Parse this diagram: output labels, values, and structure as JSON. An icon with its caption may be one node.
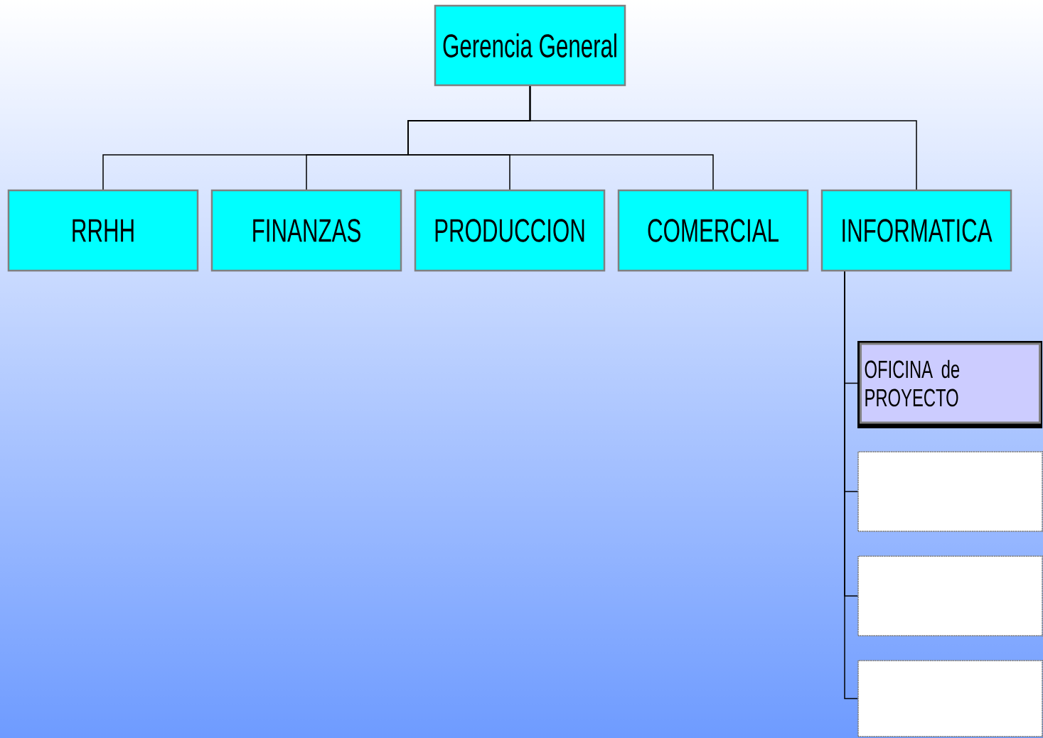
{
  "diagram": {
    "nodes": [
      {
        "text": [
          "Gerencia General"
        ]
      },
      {
        "text": [
          "RRHH"
        ]
      },
      {
        "text": [
          "FINANZAS"
        ]
      },
      {
        "text": [
          "PRODUCCION"
        ]
      },
      {
        "text": [
          "COMERCIAL"
        ]
      },
      {
        "text": [
          "INFORMATICA"
        ]
      },
      {
        "text": [
          "OFICINA de PROYECTO"
        ]
      },
      {
        "text": [],
        "shape": "box"
      },
      {
        "text": [],
        "shape": "box"
      },
      {
        "text": [],
        "shape": "box"
      }
    ],
    "edges": [
      {
        "from": 0,
        "to": 1,
        "arrow": "none"
      },
      {
        "from": 0,
        "to": 2,
        "arrow": "none"
      },
      {
        "from": 0,
        "to": 3,
        "arrow": "none"
      },
      {
        "from": 0,
        "to": 4,
        "arrow": "none"
      },
      {
        "from": 0,
        "to": 5,
        "arrow": "none"
      },
      {
        "from": 5,
        "to": 6,
        "arrow": "none"
      },
      {
        "from": 5,
        "to": 7,
        "arrow": "none"
      },
      {
        "from": 5,
        "to": 8,
        "arrow": "none"
      },
      {
        "from": 5,
        "to": 9,
        "arrow": "none"
      }
    ]
  }
}
